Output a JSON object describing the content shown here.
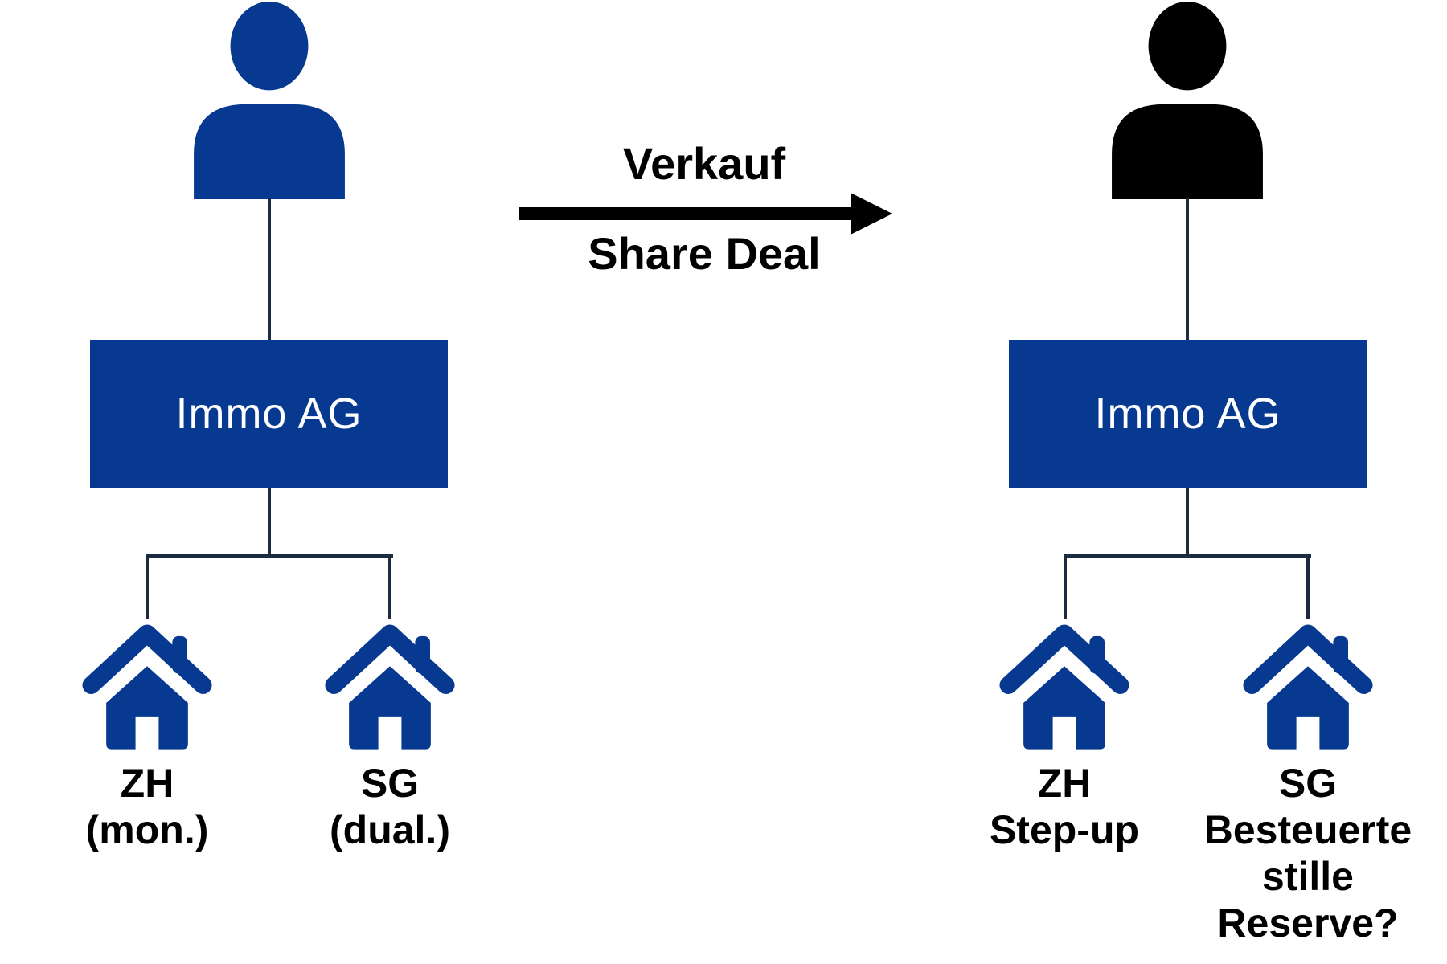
{
  "colors": {
    "primary_blue": "#06398f",
    "connector_line": "#1c2b40",
    "arrow_black": "#000000",
    "label_text": "#000000",
    "box_text": "#ffffff",
    "background": "#ffffff"
  },
  "icons": {
    "left_owner": "person-icon",
    "right_buyer": "person-icon",
    "property": "house-icon",
    "transfer": "arrow-right-icon"
  },
  "transaction": {
    "label_top": "Verkauf",
    "label_bottom": "Share Deal"
  },
  "left_structure": {
    "company_label": "Immo AG",
    "properties": [
      {
        "lines": [
          "ZH",
          "(mon.)"
        ]
      },
      {
        "lines": [
          "SG",
          "(dual.)"
        ]
      }
    ]
  },
  "right_structure": {
    "company_label": "Immo AG",
    "properties": [
      {
        "lines": [
          "ZH",
          "Step-up"
        ]
      },
      {
        "lines": [
          "SG",
          "Besteuerte",
          "stille",
          "Reserve?"
        ]
      }
    ]
  }
}
